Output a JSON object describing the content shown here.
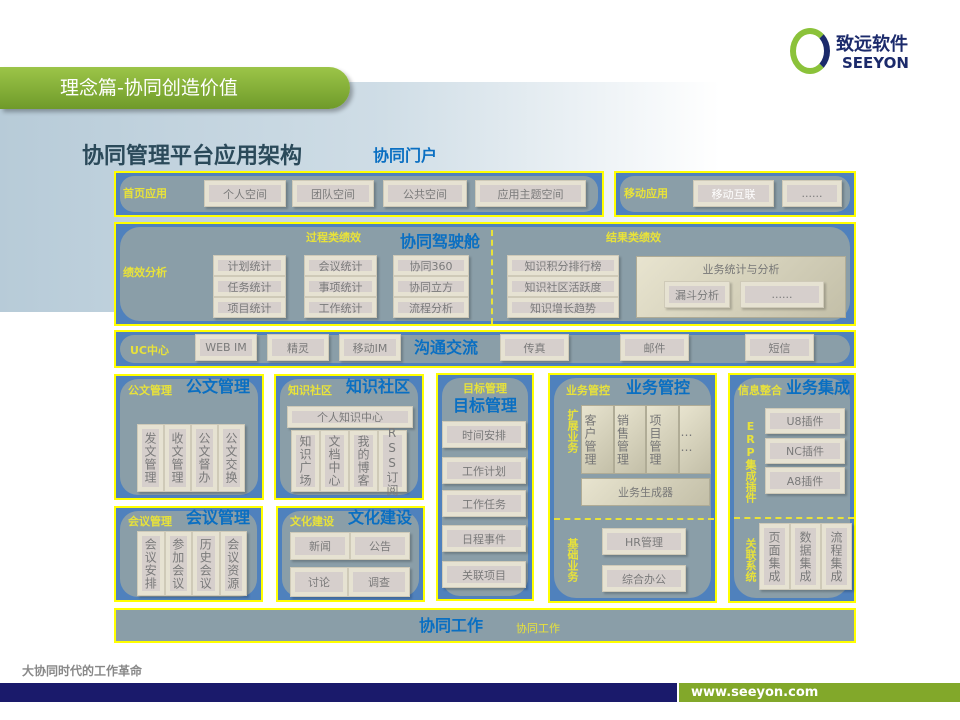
{
  "slide": {
    "section_title": "理念篇-协同创造价值",
    "heading": "协同管理平台应用架构",
    "logo": {
      "cn": "致远软件",
      "en": "SEEYON"
    },
    "footer_slogan": "大协同时代的工作革命",
    "footer_url": "www.seeyon.com"
  },
  "portal": {
    "label": "首页应用",
    "items": [
      "个人空间",
      "团队空间",
      "公共空间",
      "应用主题空间"
    ],
    "overlay": "协同门户"
  },
  "mobile": {
    "label": "移动应用",
    "items": [
      "移动互联",
      "......"
    ]
  },
  "cockpit": {
    "label": "绩效分析",
    "process_title": "过程类绩效",
    "result_title": "结果类绩效",
    "overlay": "协同驾驶舱",
    "col1": [
      "计划统计",
      "任务统计",
      "项目统计"
    ],
    "col2": [
      "会议统计",
      "事项统计",
      "工作统计"
    ],
    "col3": [
      "协同360",
      "协同立方",
      "流程分析"
    ],
    "col4": [
      "知识积分排行榜",
      "知识社区活跃度",
      "知识增长趋势"
    ],
    "biz_title": "业务统计与分析",
    "biz_items": [
      "漏斗分析",
      "......"
    ]
  },
  "uc": {
    "label": "UC中心",
    "items": [
      "WEB IM",
      "精灵",
      "移动IM",
      "传真",
      "邮件",
      "短信"
    ],
    "overlay": "沟通交流"
  },
  "doc": {
    "title": "公文管理",
    "items": [
      "发文管理",
      "收文管理",
      "公文督办",
      "公文交换"
    ],
    "overlay": [
      "公文",
      "管理"
    ]
  },
  "know": {
    "title": "知识社区",
    "top": "个人知识中心",
    "items": [
      "知识广场",
      "文档中心",
      "我的博客",
      "RSS订阅"
    ],
    "overlay": [
      "知识",
      "社区"
    ]
  },
  "meet": {
    "title": "会议管理",
    "items": [
      "会议安排",
      "参加会议",
      "历史会议",
      "会议资源"
    ],
    "overlay": [
      "会议",
      "管理"
    ]
  },
  "culture": {
    "title": "文化建设",
    "items": [
      "新闻",
      "公告",
      "讨论",
      "调查"
    ],
    "overlay": [
      "文化",
      "建设"
    ]
  },
  "goal": {
    "title": "目标管理",
    "items": [
      "时间安排",
      "工作计划",
      "工作任务",
      "日程事件",
      "关联项目"
    ],
    "overlay": [
      "目标管",
      "理"
    ]
  },
  "bizctl": {
    "title": "业务管控",
    "ext_label": "扩展业务",
    "ext_items": [
      "客户管理",
      "销售管理",
      "项目管理",
      "……"
    ],
    "generator": "业务生成器",
    "base_label": "基础业务",
    "base_items": [
      "HR管理",
      "综合办公"
    ],
    "overlay": [
      "业务",
      "管控"
    ]
  },
  "integ": {
    "title": "信息整合",
    "erp_label": "ERP集成插件",
    "erp_items": [
      "U8插件",
      "NC插件",
      "A8插件"
    ],
    "rel_label": "关联系统",
    "rel_items": [
      "页面集成",
      "数据集成",
      "流程集成"
    ],
    "overlay": [
      "业务",
      "集成"
    ]
  },
  "work": {
    "label": "协同工作",
    "overlay": "协同工作"
  }
}
